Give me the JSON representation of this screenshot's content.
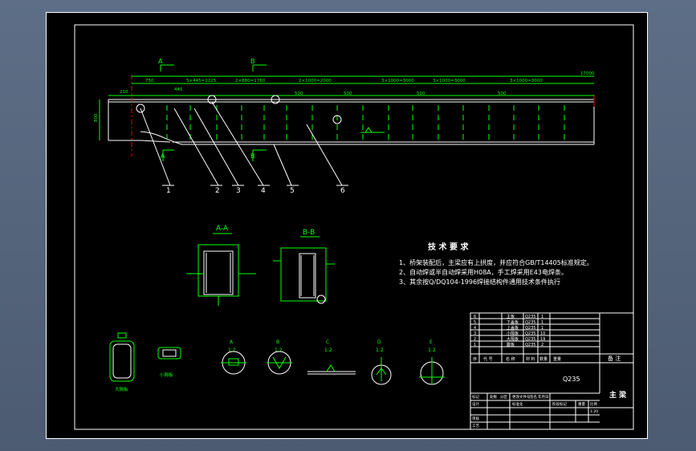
{
  "top_dims": {
    "overall": "17000",
    "seg1": "750",
    "seg2": "5×445=2225",
    "seg3": "2×880=1760",
    "seg4": "2×1000=2000",
    "seg5": "3×1000=3000",
    "seg6": "3×1000=3000",
    "seg7": "3×1000=3000",
    "d_left": "210",
    "d_445": "445",
    "d_500a": "500",
    "d_500b": "500",
    "d_500c": "500",
    "d_500d": "500",
    "height": "800"
  },
  "section_marks": {
    "a": "A",
    "b": "B"
  },
  "leaders": [
    "1",
    "2",
    "3",
    "4",
    "5",
    "6"
  ],
  "section_titles": {
    "aa": "A-A",
    "bb": "B-B"
  },
  "tech": {
    "title": "技 术 要 求",
    "line1": "1、桥架装配后，主梁应有上拱度，并应符合GB/T14405标准规定。",
    "line2": "2、自动焊或半自动焊采用H08A，手工焊采用E43电焊条。",
    "line3": "3、其余按Q/DQ104-1996焊接结构件通用技术条件执行"
  },
  "details": [
    {
      "letter": "A",
      "scale": "1:2"
    },
    {
      "letter": "B",
      "scale": "1:2"
    },
    {
      "letter": "C",
      "scale": "1:2"
    },
    {
      "letter": "D",
      "scale": "1:2"
    },
    {
      "letter": "E",
      "scale": "1:2"
    }
  ],
  "small_labels": {
    "web": "大隔板",
    "small": "小隔板"
  },
  "bom": [
    {
      "no": "6",
      "name": "主板",
      "mat": "Q235",
      "qty": "1"
    },
    {
      "no": "5",
      "name": "下盖板",
      "mat": "Q235",
      "qty": "1"
    },
    {
      "no": "4",
      "name": "上盖板",
      "mat": "Q235",
      "qty": "1"
    },
    {
      "no": "3",
      "name": "小隔板",
      "mat": "Q235",
      "qty": "10"
    },
    {
      "no": "2",
      "name": "大隔板",
      "mat": "Q235",
      "qty": "19"
    },
    {
      "no": "1",
      "name": "腹板",
      "mat": "Q235",
      "qty": "2"
    }
  ],
  "bom_header": {
    "c1": "序",
    "c2": "代 号",
    "c3": "名 称",
    "c4": "材 料",
    "c5": "数量",
    "c6": "重量",
    "remark": "备 注"
  },
  "title_block": {
    "material": "Q235",
    "name": "主 梁",
    "scale": "1:20",
    "r1a": "标记",
    "r1b": "处数",
    "r1c": "分区",
    "r1d": "更改文件号",
    "r1e": "签名",
    "r1f": "年月日",
    "stage": "阶段标记",
    "weight": "重量",
    "ratio": "比例",
    "r2a": "设计",
    "r2b": "标准化",
    "r3": "审核",
    "r4": "工艺"
  },
  "colors": {
    "paper": "#000000",
    "green": "#00ff00",
    "white": "#ffffff",
    "red": "#e00000",
    "yellow": "#ffff00"
  }
}
